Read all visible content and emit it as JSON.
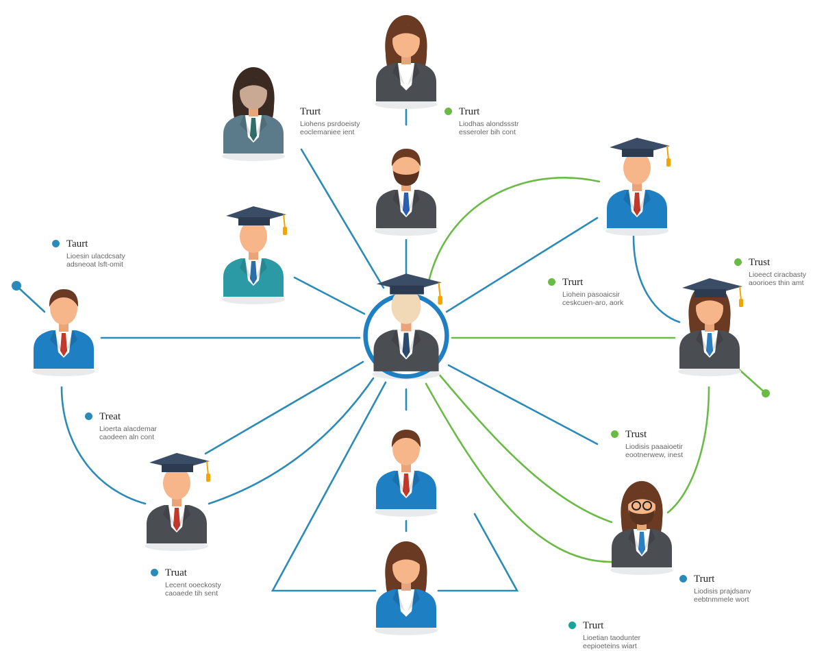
{
  "colors": {
    "blue": "#2a8ab8",
    "green": "#6abb45",
    "teal": "#1aa39a",
    "suit_gray": "#4a4d52",
    "suit_blue": "#1f7fc3",
    "suit_teal": "#2c9aa5",
    "suit_slate": "#5b7b8a",
    "cap": "#3b4d66",
    "tassel": "#f2a400",
    "skin": "#f6b68a",
    "hair": "#6b3a22"
  },
  "labels": [
    {
      "title": "Trurt",
      "line1": "Liohens psrdoeisty",
      "line2": "eoclemaniee ient",
      "dot": "none"
    },
    {
      "title": "Trurt",
      "line1": "Liodhas alondssstr",
      "line2": "esseroler bih cont",
      "dot": "green"
    },
    {
      "title": "Taurt",
      "line1": "Lioesin ulacdcsaty",
      "line2": "adsneoat lsft-omit",
      "dot": "blue"
    },
    {
      "title": "Trust",
      "line1": "Lioeect ciracbasty",
      "line2": "aoorioes thin amt",
      "dot": "green"
    },
    {
      "title": "Trurt",
      "line1": "Liohein pasoaicsir",
      "line2": "ceskcuen-aro, aork",
      "dot": "green"
    },
    {
      "title": "Treat",
      "line1": "Lioerta alacdemar",
      "line2": "caodeen aln cont",
      "dot": "blue"
    },
    {
      "title": "Trust",
      "line1": "Liodisis paaaioetir",
      "line2": "eootnerwew, inest",
      "dot": "green"
    },
    {
      "title": "Truat",
      "line1": "Lecent ooeckosty",
      "line2": "caoaede tih sent",
      "dot": "blue"
    },
    {
      "title": "Trurt",
      "line1": "Liodisis prajdsanv",
      "line2": "eebtnmmele wort",
      "dot": "blue"
    },
    {
      "title": "Trurt",
      "line1": "Lioetian taodunter",
      "line2": "eepioeteins wiart",
      "dot": "teal"
    }
  ],
  "people": [
    {
      "name": "person-top-woman",
      "suit": "suit_gray",
      "hair": "long",
      "cap": false,
      "beard": false,
      "tie": "#ffffff"
    },
    {
      "name": "person-top-left-woman",
      "suit": "suit_slate",
      "hair": "long-dark",
      "cap": false,
      "beard": false,
      "tie": "#2f6c6a",
      "faceless": true
    },
    {
      "name": "person-upper-bearded",
      "suit": "suit_gray",
      "hair": "short",
      "cap": false,
      "beard": true,
      "tie": "#2d5fb0"
    },
    {
      "name": "person-upper-right-graduate",
      "suit": "suit_blue",
      "hair": "none",
      "cap": true,
      "beard": false,
      "tie": "#c0392b"
    },
    {
      "name": "person-left-graduate",
      "suit": "suit_teal",
      "hair": "none",
      "cap": true,
      "beard": false,
      "tie": "#2c6fa8"
    },
    {
      "name": "person-left",
      "suit": "suit_blue",
      "hair": "short",
      "cap": false,
      "beard": false,
      "tie": "#c0392b"
    },
    {
      "name": "person-center-graduate",
      "suit": "suit_gray",
      "hair": "none",
      "cap": true,
      "beard": false,
      "tie": "#2c4a70",
      "hub": true
    },
    {
      "name": "person-right-woman-graduate",
      "suit": "suit_gray",
      "hair": "long",
      "cap": true,
      "beard": false,
      "tie": "#2d7fc0"
    },
    {
      "name": "person-lower-left-graduate",
      "suit": "suit_gray",
      "hair": "none",
      "cap": true,
      "beard": false,
      "tie": "#c0392b"
    },
    {
      "name": "person-lower-center",
      "suit": "suit_blue",
      "hair": "short",
      "cap": false,
      "beard": false,
      "tie": "#c0392b"
    },
    {
      "name": "person-lower-right-glasses",
      "suit": "suit_gray",
      "hair": "long-beard",
      "cap": false,
      "beard": true,
      "tie": "#2d7fc0"
    },
    {
      "name": "person-bottom-woman",
      "suit": "suit_blue",
      "hair": "long",
      "cap": false,
      "beard": false,
      "tie": "#ffffff"
    }
  ]
}
